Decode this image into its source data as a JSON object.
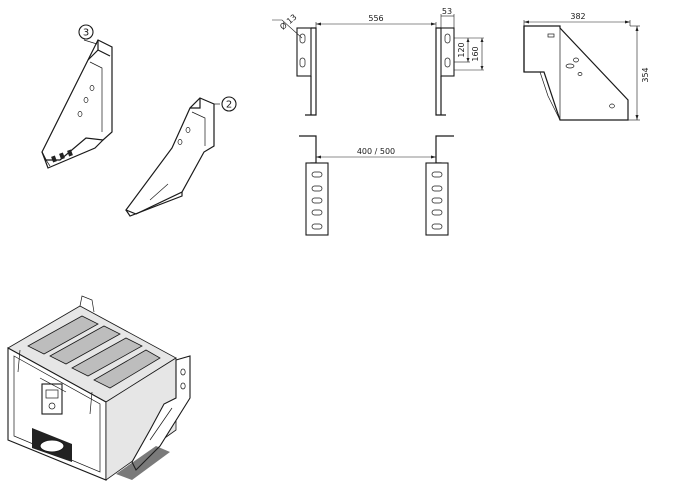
{
  "callouts": {
    "bracket_a": "3",
    "bracket_b": "2"
  },
  "dimensions": {
    "hole_diameter": "Ø 13",
    "span_width": "556",
    "edge_offset": "53",
    "hole_spacing": "120",
    "slot_height": "160",
    "box_width": "400 / 500",
    "side_depth": "382",
    "side_height": "354"
  }
}
